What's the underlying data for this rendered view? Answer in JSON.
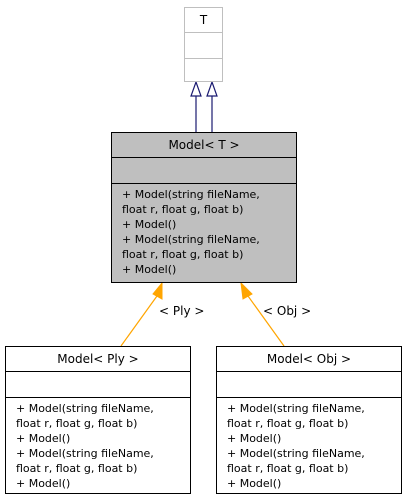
{
  "template_class": {
    "name": "T"
  },
  "base_class": {
    "name": "Model< T >",
    "methods": [
      "+ Model(string fileName,",
      " float r, float g, float b)",
      "+ Model()",
      "+ Model(string fileName,",
      " float r, float g, float b)",
      "+ Model()"
    ]
  },
  "derived_classes": [
    {
      "name": "Model< Ply >",
      "edge_label": "< Ply >",
      "methods": [
        "+ Model(string fileName,",
        " float r, float g, float b)",
        "+ Model()",
        "+ Model(string fileName,",
        " float r, float g, float b)",
        "+ Model()"
      ]
    },
    {
      "name": "Model< Obj >",
      "edge_label": "< Obj >",
      "methods": [
        "+ Model(string fileName,",
        " float r, float g, float b)",
        "+ Model()",
        "+ Model(string fileName,",
        " float r, float g, float b)",
        "+ Model()"
      ]
    }
  ],
  "colors": {
    "inheritance_edge": "#191970",
    "instantiation_edge": "#ffa500",
    "highlight_fill": "#bfbfbf",
    "template_border": "#bfbfbf"
  }
}
